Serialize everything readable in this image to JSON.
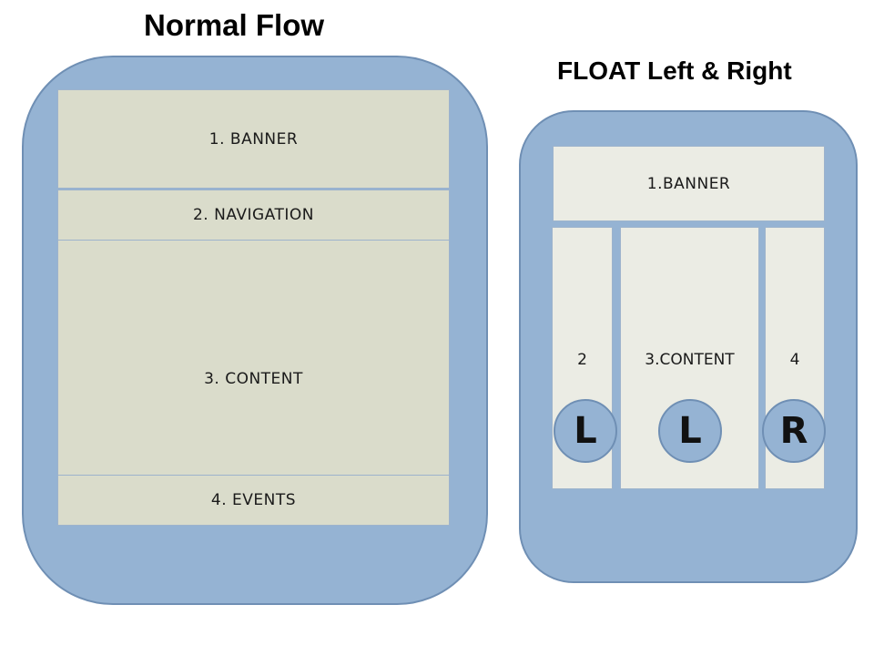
{
  "normal_flow": {
    "title": "Normal Flow",
    "boxes": {
      "banner": "1. BANNER",
      "navigation": "2. NAVIGATION",
      "content": "3. CONTENT",
      "events": "4. EVENTS"
    }
  },
  "float_layout": {
    "title": "FLOAT Left & Right",
    "boxes": {
      "banner": "1.BANNER",
      "left_column": "2",
      "content": "3.CONTENT",
      "right_column": "4"
    },
    "badges": {
      "left_column": "L",
      "content": "L",
      "right_column": "R"
    }
  },
  "colors": {
    "panel_fill": "#95b3d3",
    "panel_border": "#6f8fb4",
    "normal_box_fill": "#dadccb",
    "float_box_fill": "#ebece4"
  }
}
